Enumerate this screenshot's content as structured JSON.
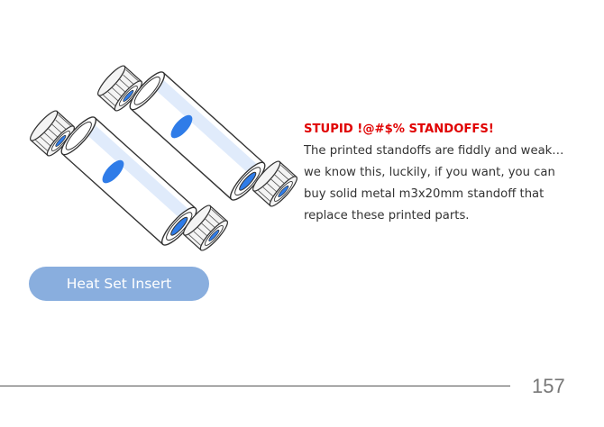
{
  "notice": {
    "title": "STUPID !@#$% STANDOFFS!",
    "body": "The printed standoffs are fiddly and weak…we know this, luckily, if you want, you can buy solid metal m3x20mm standoff that replace these printed parts."
  },
  "label": {
    "text": "Heat Set Insert"
  },
  "footer": {
    "page_number": "157"
  },
  "colors": {
    "title_red": "#e00000",
    "pill_blue": "#89aede",
    "part_blue": "#2f7ce8",
    "tint_blue": "#dbe8fa"
  },
  "icons": {
    "standoff": "standoff-cylinder-icon",
    "insert": "heat-set-insert-icon"
  }
}
